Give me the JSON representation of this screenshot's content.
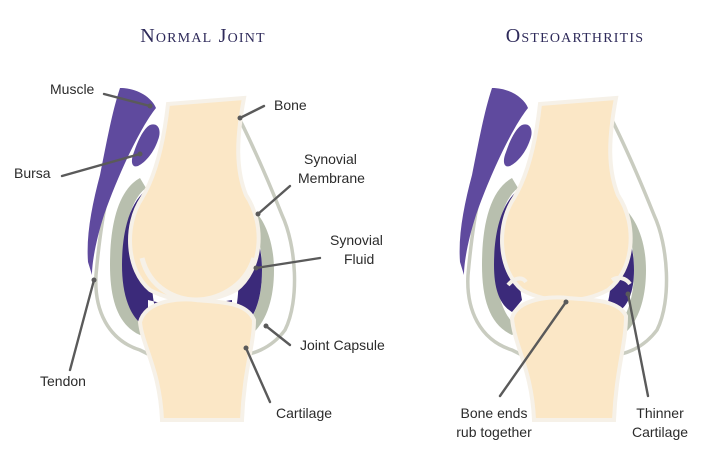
{
  "titles": {
    "normal": "Normal Joint",
    "oa": "Osteoarthritis"
  },
  "labels": {
    "muscle": "Muscle",
    "bone": "Bone",
    "bursa": "Bursa",
    "synovial_membrane_1": "Synovial",
    "synovial_membrane_2": "Membrane",
    "synovial_fluid_1": "Synovial",
    "synovial_fluid_2": "Fluid",
    "joint_capsule": "Joint Capsule",
    "tendon": "Tendon",
    "cartilage": "Cartilage",
    "bone_ends_1": "Bone ends",
    "bone_ends_2": "rub together",
    "thinner_1": "Thinner",
    "thinner_2": "Cartilage"
  },
  "colors": {
    "bone": "#fbe7c6",
    "cartilage": "#f6f1e8",
    "muscle": "#5f4a9e",
    "fluid": "#3b2a7a",
    "membrane": "#b8bfae",
    "capsule_outline": "#c9ccc0",
    "title": "#2e2a5a",
    "leader": "#5a5a5a"
  }
}
